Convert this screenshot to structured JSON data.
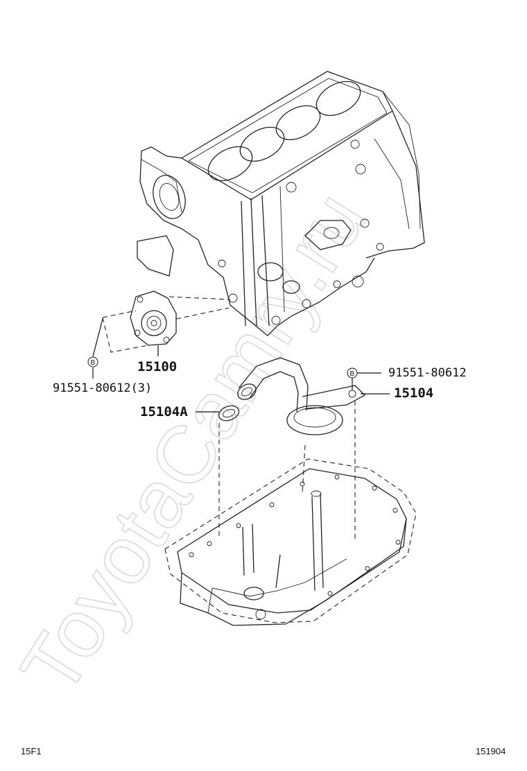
{
  "watermark": "ToyotaCamry.ru",
  "parts": {
    "oil_pump": "15100",
    "oil_pump_bolt": "91551-80612(3)",
    "strainer": "15104",
    "strainer_bolt": "91551-80612",
    "gasket": "15104A"
  },
  "bolt_symbol": "B",
  "footer": {
    "left_code": "15F1",
    "right_code": "151904"
  }
}
